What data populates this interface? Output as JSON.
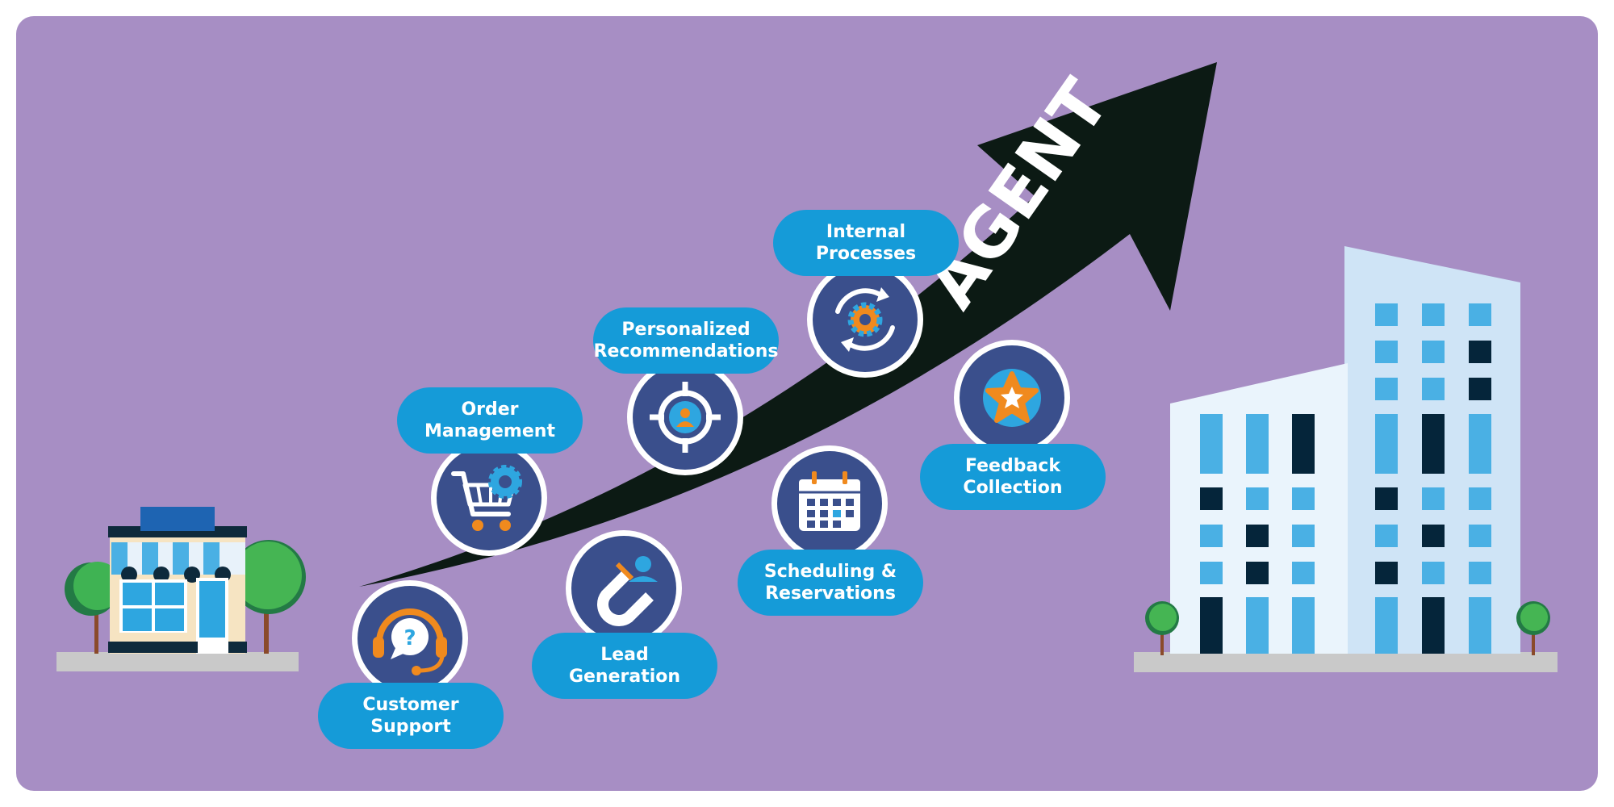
{
  "colors": {
    "background": "#a78ec4",
    "arrow": "#0c1a14",
    "pill": "#159bd8",
    "circle": "#3a4f8c",
    "accent_orange": "#f08a1e",
    "accent_blue": "#2ea6e0",
    "ground": "#c9c9c9"
  },
  "arrow": {
    "label": "AGENT"
  },
  "nodes": [
    {
      "key": "customer-support",
      "label": "Customer\nSupport",
      "icon": "headset-question-icon"
    },
    {
      "key": "order-management",
      "label": "Order\nManagement",
      "icon": "cart-gear-icon"
    },
    {
      "key": "lead-generation",
      "label": "Lead\nGeneration",
      "icon": "magnet-user-icon"
    },
    {
      "key": "personalized-recommendations",
      "label": "Personalized\nRecommendations",
      "icon": "target-user-icon"
    },
    {
      "key": "scheduling-reservations",
      "label": "Scheduling &\nReservations",
      "icon": "calendar-icon"
    },
    {
      "key": "internal-processes",
      "label": "Internal\nProcesses",
      "icon": "gear-cycle-icon"
    },
    {
      "key": "feedback-collection",
      "label": "Feedback\nCollection",
      "icon": "star-badge-icon"
    }
  ],
  "illustrations": {
    "left": "small-shop-icon",
    "right": "office-buildings-icon"
  }
}
